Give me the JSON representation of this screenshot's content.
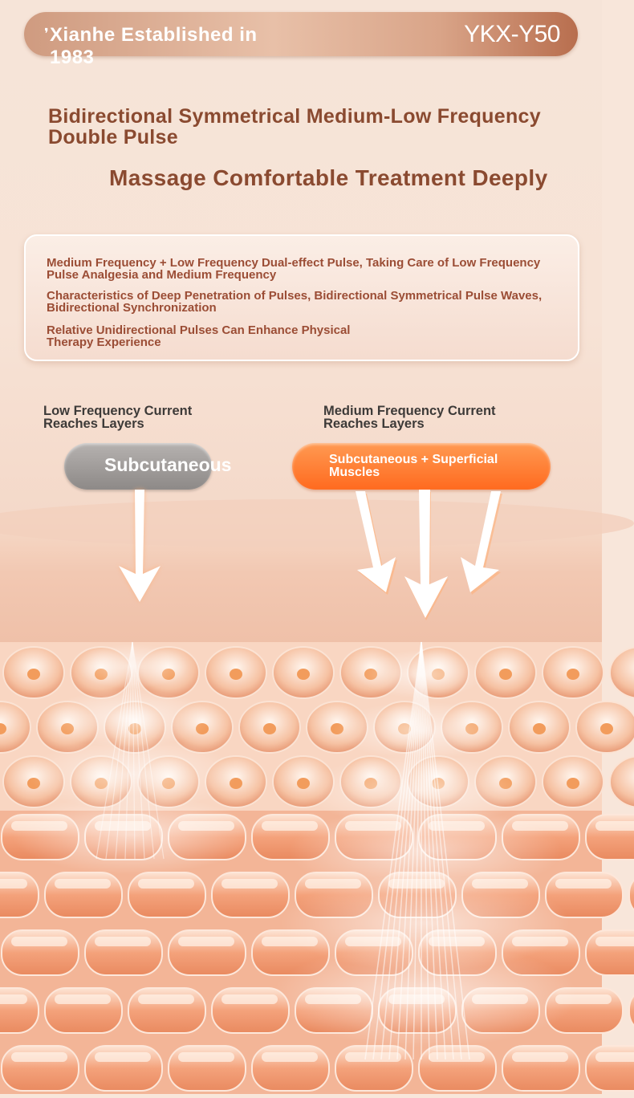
{
  "header": {
    "brand": "Xianhe Established in 1983",
    "model": "YKX-Y50"
  },
  "headline": {
    "line1": "Bidirectional Symmetrical Medium-Low Frequency Double Pulse",
    "line2": "Massage Comfortable Treatment Deeply"
  },
  "features": [
    "Medium Frequency + Low Frequency Dual-effect Pulse, Taking Care of Low Frequency Pulse Analgesia and Medium Frequency",
    "Characteristics of Deep Penetration of Pulses, Bidirectional Symmetrical Pulse Waves, Bidirectional Synchronization",
    "Relative Unidirectional Pulses Can Enhance Physical Therapy Experience"
  ],
  "comparison": {
    "low": {
      "heading": "Low Frequency Current Reaches Layers",
      "layer": "Subcutaneous"
    },
    "medium": {
      "heading": "Medium Frequency Current Reaches Layers",
      "layer": "Subcutaneous + Superficial Muscles"
    }
  },
  "colors": {
    "brown_text": "#8a4a30",
    "accent_orange": "#ff6a1f",
    "gray_pill": "#8d8987"
  },
  "icons": [
    "arrow-down-icon"
  ]
}
